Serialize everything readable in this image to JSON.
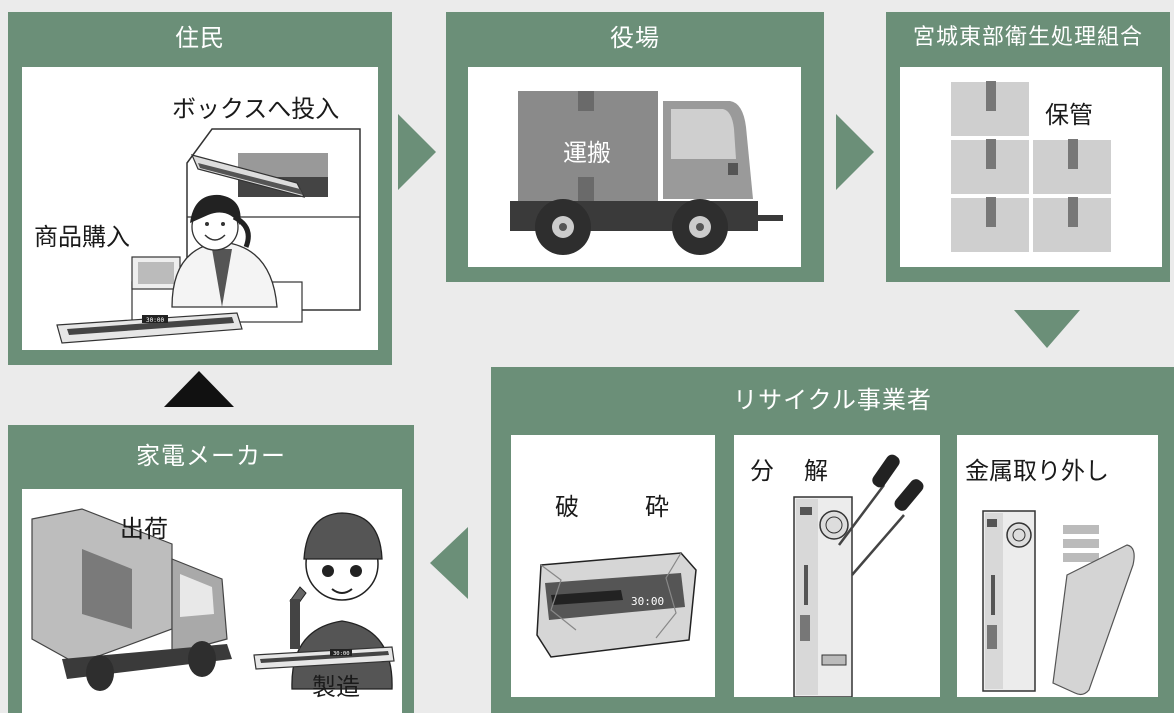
{
  "stages": {
    "resident": {
      "title": "住民",
      "label_box": "ボックスへ投入",
      "label_purchase": "商品購入",
      "display_time": "30:00"
    },
    "town_office": {
      "title": "役場",
      "label_transport": "運搬"
    },
    "union": {
      "title": "宮城東部衛生処理組合",
      "label_storage": "保管"
    },
    "recycler": {
      "title": "リサイクル事業者",
      "crush_label_1": "破",
      "crush_label_2": "砕",
      "disassemble_label_1": "分",
      "disassemble_label_2": "解",
      "metal_label": "金属取り外し",
      "display_time": "30:00"
    },
    "maker": {
      "title": "家電メーカー",
      "label_ship": "出荷",
      "label_manufacture": "製造",
      "display_time": "30:00"
    }
  },
  "colors": {
    "panel": "#6b8f78",
    "arrow": "#6b8f78",
    "arrow_up": "#111111",
    "background": "#ebebeb"
  }
}
